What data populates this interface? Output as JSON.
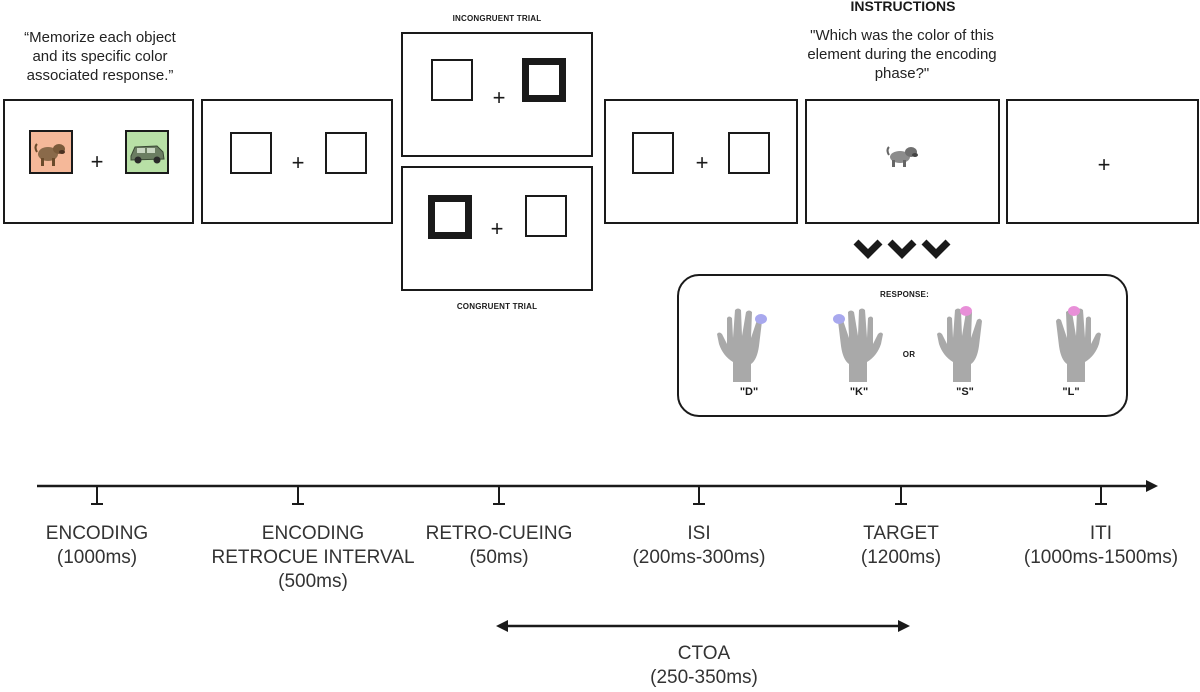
{
  "encoding_instruction": "“Memorize each object and its specific color associated response.”",
  "instructions_title": "INSTRUCTIONS",
  "instructions_text": "\"Which was the color of this element during the encoding phase?\"",
  "incongruent_label": "INCONGRUENT TRIAL",
  "congruent_label": "CONGRUENT TRIAL",
  "fixation": "+",
  "response_title": "RESPONSE:",
  "response_or": "OR",
  "keys": [
    "\"D\"",
    "\"K\"",
    "\"S\"",
    "\"L\""
  ],
  "colors": {
    "dog_bg": "#f5b899",
    "car_bg": "#b8e0a6",
    "blue_finger": "#a8a8ee",
    "pink_finger": "#e88fd8",
    "hand": "#a9a9a9"
  },
  "timeline": [
    {
      "line1": "ENCODING",
      "line2": "(1000ms)",
      "line3": ""
    },
    {
      "line1": "ENCODING",
      "line2": "RETROCUE INTERVAL",
      "line3": "(500ms)"
    },
    {
      "line1": "RETRO-CUEING",
      "line2": "(50ms)",
      "line3": ""
    },
    {
      "line1": "ISI",
      "line2": "(200ms-300ms)",
      "line3": ""
    },
    {
      "line1": "TARGET",
      "line2": "(1200ms)",
      "line3": ""
    },
    {
      "line1": "ITI",
      "line2": "(1000ms-1500ms)",
      "line3": ""
    }
  ],
  "ctoa": {
    "label": "CTOA",
    "value": "(250-350ms)"
  }
}
